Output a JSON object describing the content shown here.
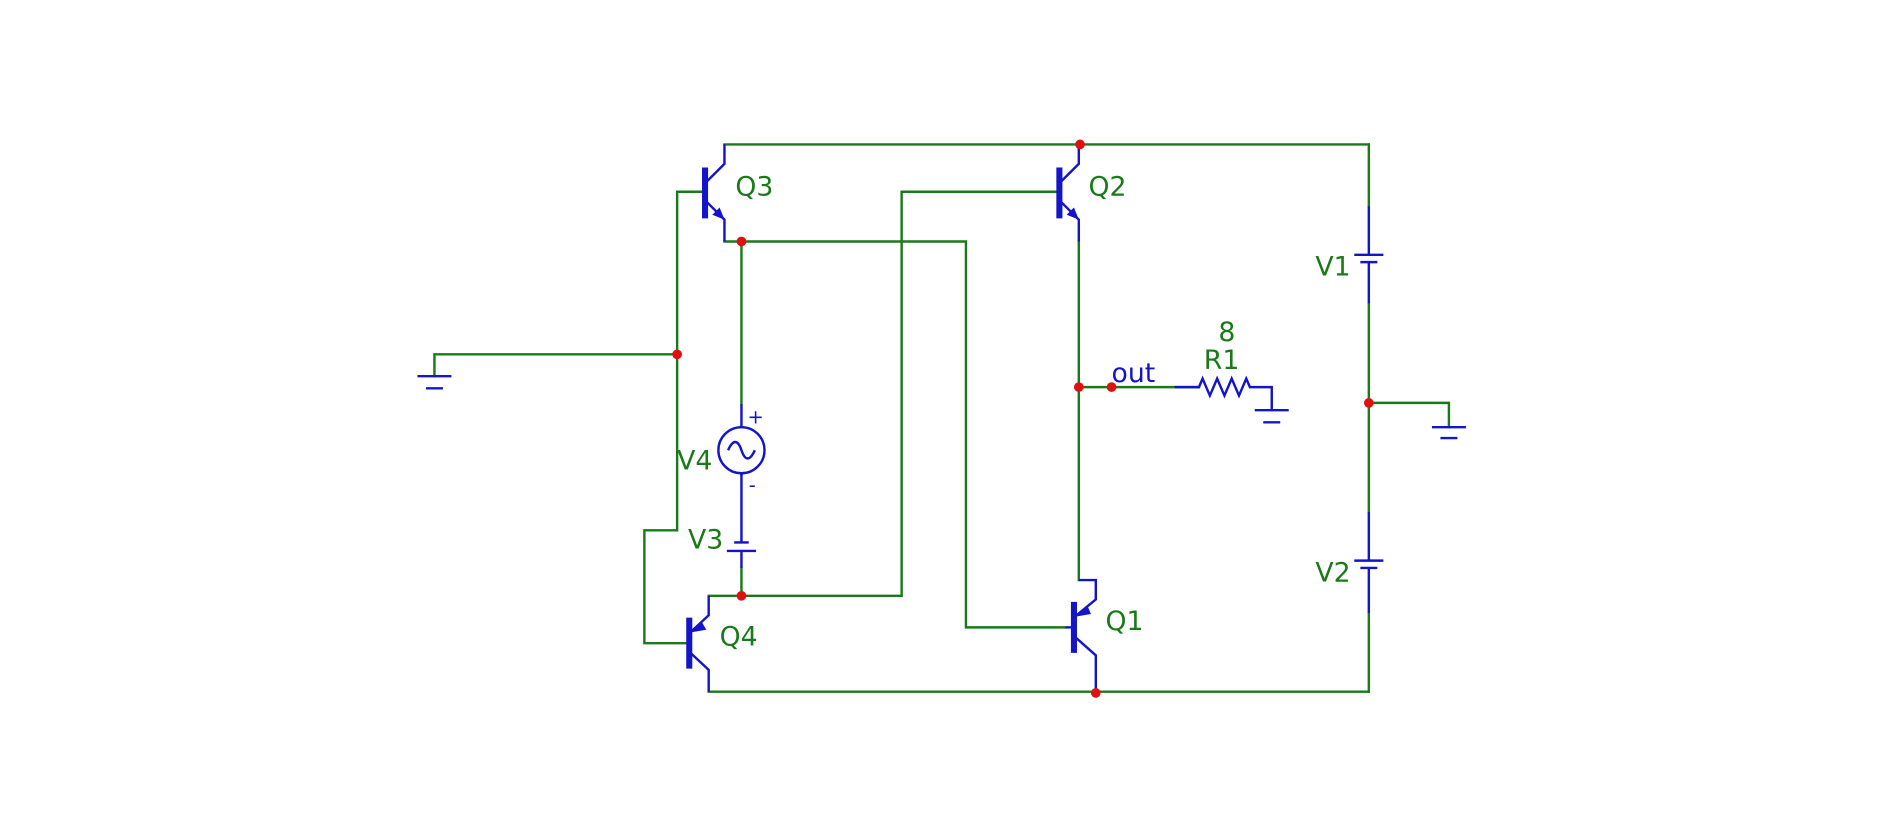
{
  "labels": {
    "q1": "Q1",
    "q2": "Q2",
    "q3": "Q3",
    "q4": "Q4",
    "v1": "V1",
    "v2": "V2",
    "v3": "V3",
    "v4": "V4",
    "r1": "R1",
    "r1_value": "8",
    "out_net": "out",
    "v4_plus": "+",
    "v4_minus": "-"
  },
  "colors": {
    "wire": "#1a7a1a",
    "device": "#1414c8",
    "junction": "#e01010",
    "label": "#1a7a1a",
    "net_label": "#1414c8",
    "background": "#ffffff"
  }
}
